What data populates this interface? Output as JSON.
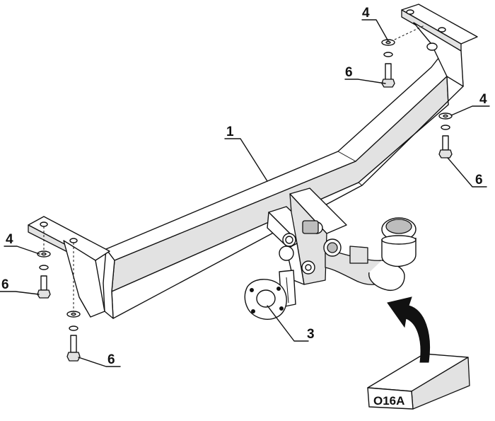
{
  "callouts": [
    {
      "id": "c1",
      "text": "1"
    },
    {
      "id": "c3",
      "text": "3"
    },
    {
      "id": "c4a",
      "text": "4"
    },
    {
      "id": "c6a",
      "text": "6"
    },
    {
      "id": "c4b",
      "text": "4"
    },
    {
      "id": "c6b",
      "text": "6"
    },
    {
      "id": "c4c",
      "text": "4"
    },
    {
      "id": "c6c",
      "text": "6"
    },
    {
      "id": "c6d",
      "text": "6"
    }
  ],
  "package_label": "O16A"
}
